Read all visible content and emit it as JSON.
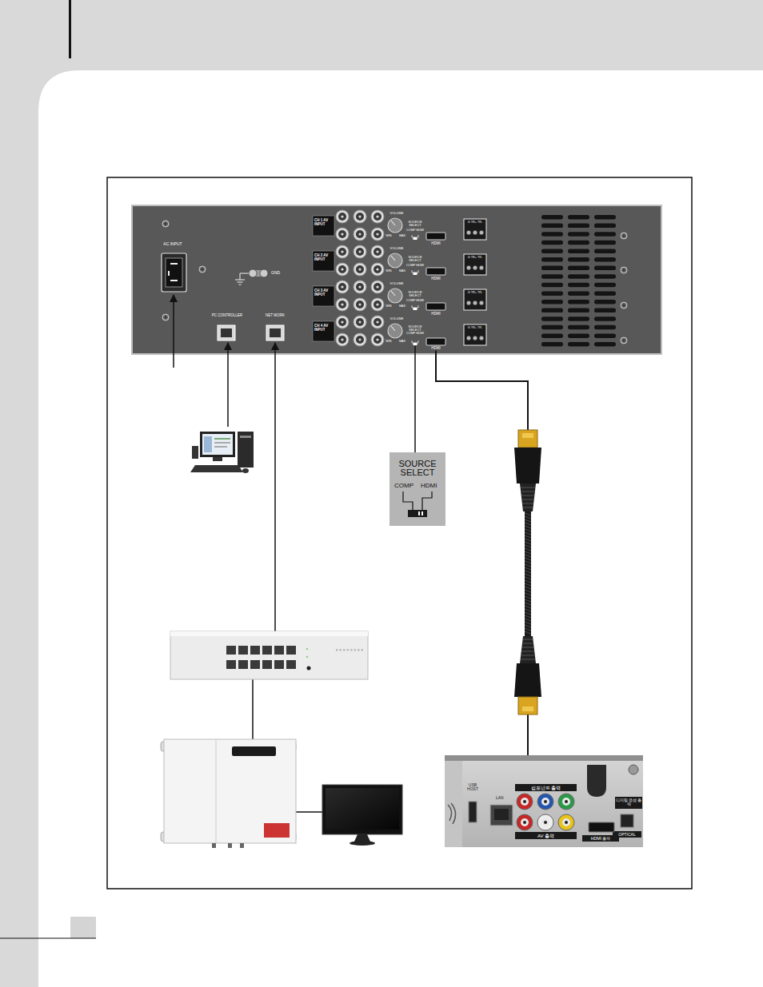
{
  "diagram": {
    "nodes": [
      {
        "text": [
          "SOURCE SELECT",
          "COMP HDMI"
        ]
      },
      {
        "text": [
          "HDMI"
        ]
      },
      {
        "text": [
          "SOURCE SELECT",
          "COMP",
          "HDMI"
        ]
      },
      {
        "text": [
          "USB HOST",
          "LAN",
          "컴포넌트 출력",
          "AV 출력",
          "HDMI 출력",
          "디지털 음성 출력",
          "OPTICAL"
        ]
      }
    ],
    "edges": [
      {
        "from": 0,
        "to": 2,
        "arrow": "none"
      },
      {
        "from": 1,
        "to": 3,
        "arrow": "none"
      }
    ],
    "labels": [
      "AC INPUT",
      "GND",
      "PC CONTROLLER",
      "NET WORK",
      "CH 1 AV INPUT",
      "VOLUME",
      "MIN",
      "MAX",
      "SOURCE SELECT",
      "COMP HDMI",
      "HDMI",
      "G TR+ TR-",
      "CH 2 AV INPUT",
      "VOLUME",
      "MIN",
      "MAX",
      "SOURCE SELECT",
      "COMP HDMI",
      "HDMI",
      "G TR+ TR-",
      "CH 3 AV INPUT",
      "VOLUME",
      "MIN",
      "MAX",
      "SOURCE SELECT",
      "COMP HDMI",
      "HDMI",
      "G TR+ TR-",
      "CH 4 AV INPUT",
      "VOLUME",
      "MIN",
      "MAX",
      "G TR+ TR-"
    ]
  }
}
